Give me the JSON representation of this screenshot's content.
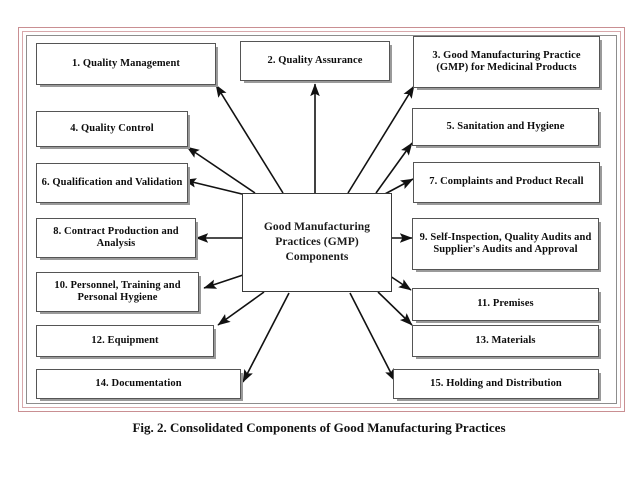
{
  "figure": {
    "caption": "Fig. 2. Consolidated Components of Good Manufacturing Practices",
    "frame_border_color": "#c98f92",
    "box_border_color": "#555555",
    "box_shadow_color": "#9a9a9a",
    "background_color": "#ffffff",
    "text_color": "#0d0d0d"
  },
  "center": {
    "label": "Good Manufacturing Practices (GMP) Components",
    "lines": [
      "Good",
      "Manufacturing",
      "Practices",
      "(GMP)",
      "Components"
    ]
  },
  "nodes": [
    {
      "id": 1,
      "number": "1.",
      "label": "1. Quality Management"
    },
    {
      "id": 2,
      "number": "2.",
      "label": "2. Quality Assurance"
    },
    {
      "id": 3,
      "number": "3.",
      "label": "3. Good Manufacturing Practice (GMP) for Medicinal Products"
    },
    {
      "id": 4,
      "number": "4.",
      "label": "4. Quality Control"
    },
    {
      "id": 5,
      "number": "5.",
      "label": "5. Sanitation and Hygiene"
    },
    {
      "id": 6,
      "number": "6.",
      "label": "6. Qualification and Validation"
    },
    {
      "id": 7,
      "number": "7.",
      "label": "7. Complaints and Product Recall"
    },
    {
      "id": 8,
      "number": "8.",
      "label": "8. Contract Production and Analysis"
    },
    {
      "id": 9,
      "number": "9.",
      "label": "9. Self-Inspection, Quality Audits and Supplier's Audits and Approval"
    },
    {
      "id": 10,
      "number": "10.",
      "label": "10. Personnel, Training and Personal Hygiene"
    },
    {
      "id": 11,
      "number": "11.",
      "label": "11. Premises"
    },
    {
      "id": 12,
      "number": "12.",
      "label": "12. Equipment"
    },
    {
      "id": 13,
      "number": "13.",
      "label": "13. Materials"
    },
    {
      "id": 14,
      "number": "14.",
      "label": "14. Documentation"
    },
    {
      "id": 15,
      "number": "15.",
      "label": "15. Holding and Distribution"
    }
  ],
  "connections": [
    {
      "from": "center",
      "to": 1,
      "type": "arrow"
    },
    {
      "from": "center",
      "to": 2,
      "type": "arrow"
    },
    {
      "from": "center",
      "to": 3,
      "type": "arrow"
    },
    {
      "from": "center",
      "to": 4,
      "type": "arrow"
    },
    {
      "from": "center",
      "to": 5,
      "type": "arrow"
    },
    {
      "from": "center",
      "to": 6,
      "type": "arrow"
    },
    {
      "from": "center",
      "to": 7,
      "type": "arrow"
    },
    {
      "from": "center",
      "to": 8,
      "type": "arrow"
    },
    {
      "from": "center",
      "to": 9,
      "type": "arrow"
    },
    {
      "from": "center",
      "to": 10,
      "type": "arrow"
    },
    {
      "from": "center",
      "to": 11,
      "type": "arrow"
    },
    {
      "from": "center",
      "to": 12,
      "type": "arrow"
    },
    {
      "from": "center",
      "to": 13,
      "type": "arrow"
    },
    {
      "from": "center",
      "to": 14,
      "type": "arrow"
    },
    {
      "from": "center",
      "to": 15,
      "type": "arrow"
    }
  ]
}
